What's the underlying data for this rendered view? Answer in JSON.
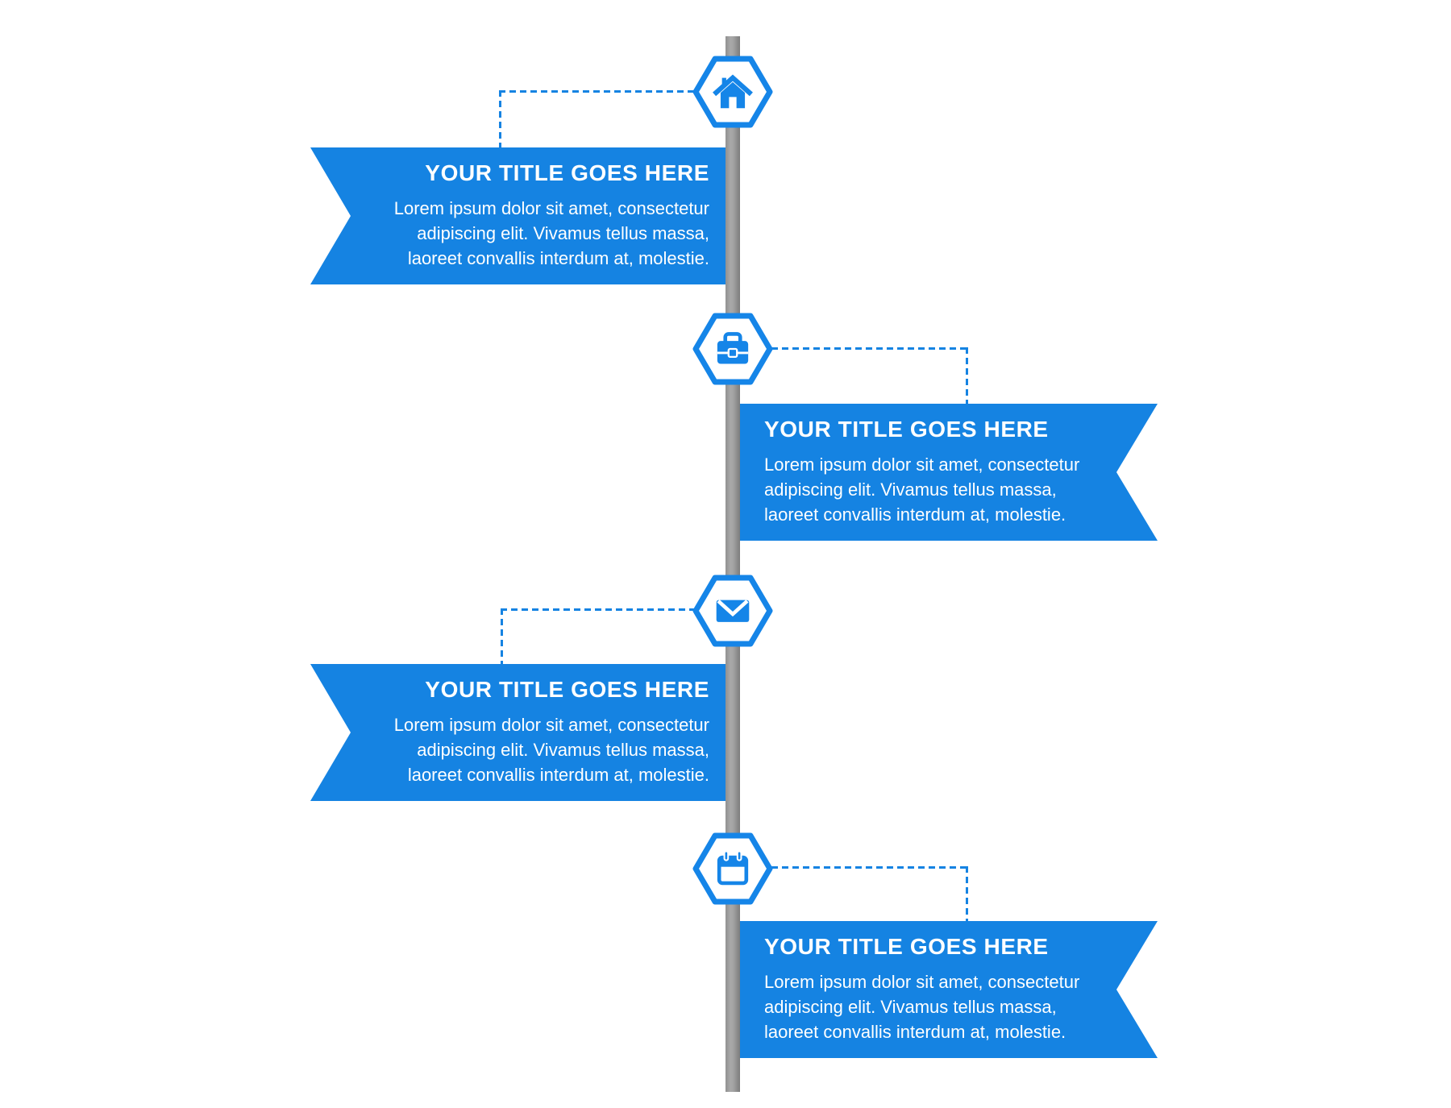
{
  "colors": {
    "accent_blue": "#1583e2",
    "pole_gray_light": "#a9a9a9",
    "pole_gray_dark": "#7c7c7c",
    "card_text": "#ffffff",
    "hexagon_fill": "#ffffff"
  },
  "timeline": {
    "items": [
      {
        "icon": "home-icon",
        "side": "left",
        "title": "YOUR TITLE GOES HERE",
        "body_lines": [
          "Lorem ipsum dolor sit amet, consectetur",
          "adipiscing elit. Vivamus tellus massa,",
          "laoreet convallis interdum at, molestie."
        ]
      },
      {
        "icon": "toolbox-icon",
        "side": "right",
        "title": "YOUR TITLE GOES HERE",
        "body_lines": [
          "Lorem ipsum dolor sit amet, consectetur",
          "adipiscing elit. Vivamus tellus massa,",
          "laoreet convallis interdum at, molestie."
        ]
      },
      {
        "icon": "envelope-icon",
        "side": "left",
        "title": "YOUR TITLE GOES HERE",
        "body_lines": [
          "Lorem ipsum dolor sit amet, consectetur",
          "adipiscing elit. Vivamus tellus massa,",
          "laoreet convallis interdum at, molestie."
        ]
      },
      {
        "icon": "calendar-icon",
        "side": "right",
        "title": "YOUR TITLE GOES HERE",
        "body_lines": [
          "Lorem ipsum dolor sit amet, consectetur",
          "adipiscing elit. Vivamus tellus massa,",
          "laoreet convallis interdum at, molestie."
        ]
      }
    ]
  }
}
